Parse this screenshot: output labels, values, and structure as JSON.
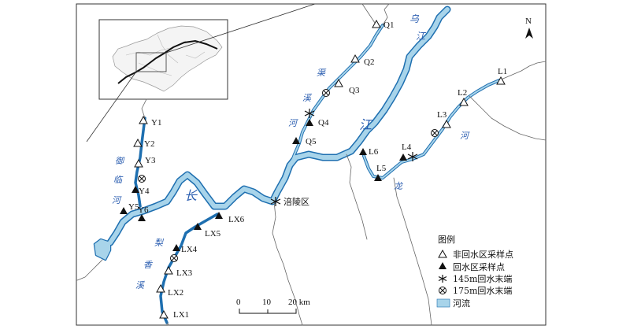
{
  "map": {
    "north_label": "N",
    "district_label": "涪陵区",
    "river_labels": {
      "changjiang_1": "长",
      "changjiang_2": "江",
      "wujiang": [
        "乌",
        "江"
      ],
      "qu_xi": [
        "渠",
        "溪",
        "河"
      ],
      "long_he": [
        "龙",
        "河"
      ],
      "yulin_he": [
        "御",
        "临",
        "河"
      ],
      "lixiang_xi": [
        "梨",
        "香",
        "溪"
      ]
    },
    "sites": {
      "Q1": "Q1",
      "Q2": "Q2",
      "Q3": "Q3",
      "Q4": "Q4",
      "Q5": "Q5",
      "L1": "L1",
      "L2": "L2",
      "L3": "L3",
      "L4": "L4",
      "L5": "L5",
      "L6": "L6",
      "Y1": "Y1",
      "Y2": "Y2",
      "Y3": "Y3",
      "Y4": "Y4",
      "Y5": "Y5",
      "Y6": "Y6",
      "LX1": "LX1",
      "LX2": "LX2",
      "LX3": "LX3",
      "LX4": "LX4",
      "LX5": "LX5",
      "LX6": "LX6"
    },
    "scale": {
      "t0": "0",
      "t1": "10",
      "t2": "20 km"
    }
  },
  "legend": {
    "title": "图例",
    "items": [
      {
        "symbol": "open-triangle",
        "label": "非回水区采样点"
      },
      {
        "symbol": "filled-triangle",
        "label": "回水区采样点"
      },
      {
        "symbol": "asterisk",
        "label": "145m回水末端"
      },
      {
        "symbol": "circled-x",
        "label": "175m回水末端"
      },
      {
        "symbol": "river-swatch",
        "label": "河流"
      }
    ]
  },
  "colors": {
    "river_fill": "#a8d4ea",
    "river_stroke": "#1e6fb0",
    "label_blue": "#2a5db0"
  }
}
